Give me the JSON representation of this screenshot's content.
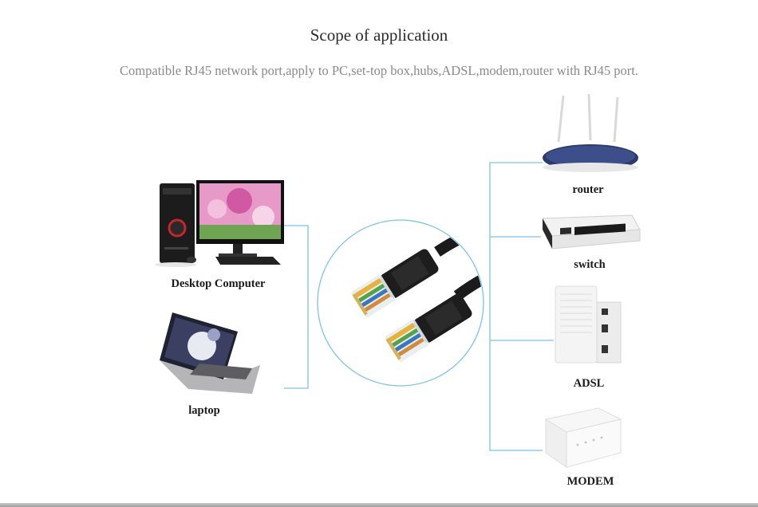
{
  "header": {
    "title": "Scope of application",
    "subtitle": "Compatible RJ45 network port,apply to PC,set-top box,hubs,ADSL,modem,router with RJ45 port."
  },
  "devices": {
    "desktop": "Desktop Computer",
    "laptop": "laptop",
    "router": "router",
    "switch": "switch",
    "adsl": "ADSL",
    "modem": "MODEM"
  },
  "colors": {
    "connector_line": "#7cc3e6",
    "cable": "#1b1b1b"
  }
}
